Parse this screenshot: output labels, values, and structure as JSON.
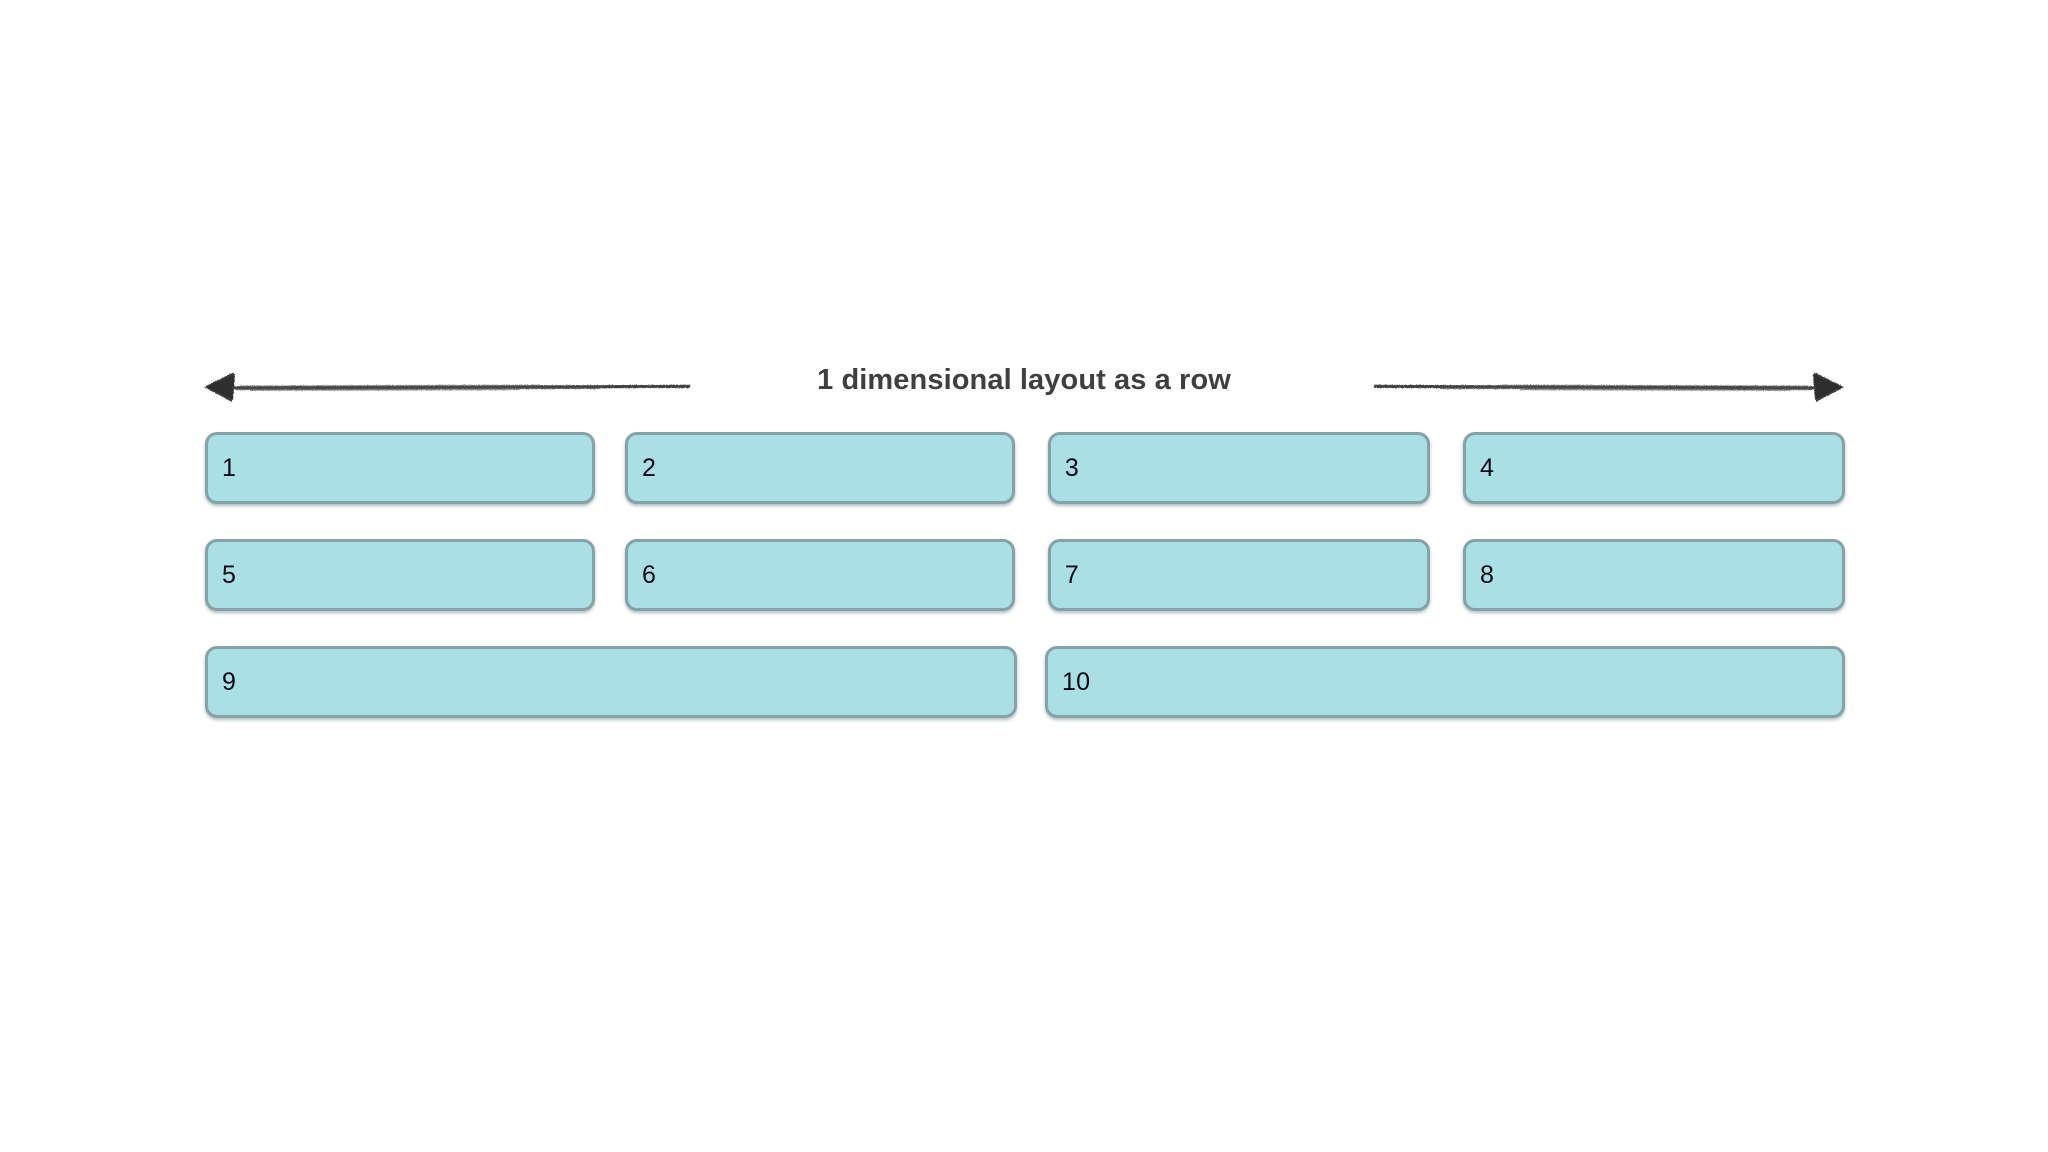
{
  "diagram": {
    "title": "1 dimensional layout as a row",
    "left_arrow": {
      "icon": "arrow-left",
      "direction": "left"
    },
    "right_arrow": {
      "icon": "arrow-right",
      "direction": "right"
    },
    "colors": {
      "box_fill": "#a9dfe5",
      "box_border": "#86a2a8",
      "title_text": "#3f3f3f",
      "label_text": "#0a0a14",
      "arrow": "#3d3d3d",
      "background": "#ffffff"
    },
    "rows": [
      {
        "items": [
          {
            "label": "1"
          },
          {
            "label": "2"
          },
          {
            "label": "3"
          },
          {
            "label": "4"
          }
        ]
      },
      {
        "items": [
          {
            "label": "5"
          },
          {
            "label": "6"
          },
          {
            "label": "7"
          },
          {
            "label": "8"
          }
        ]
      },
      {
        "items": [
          {
            "label": "9"
          },
          {
            "label": "10"
          }
        ]
      }
    ]
  }
}
